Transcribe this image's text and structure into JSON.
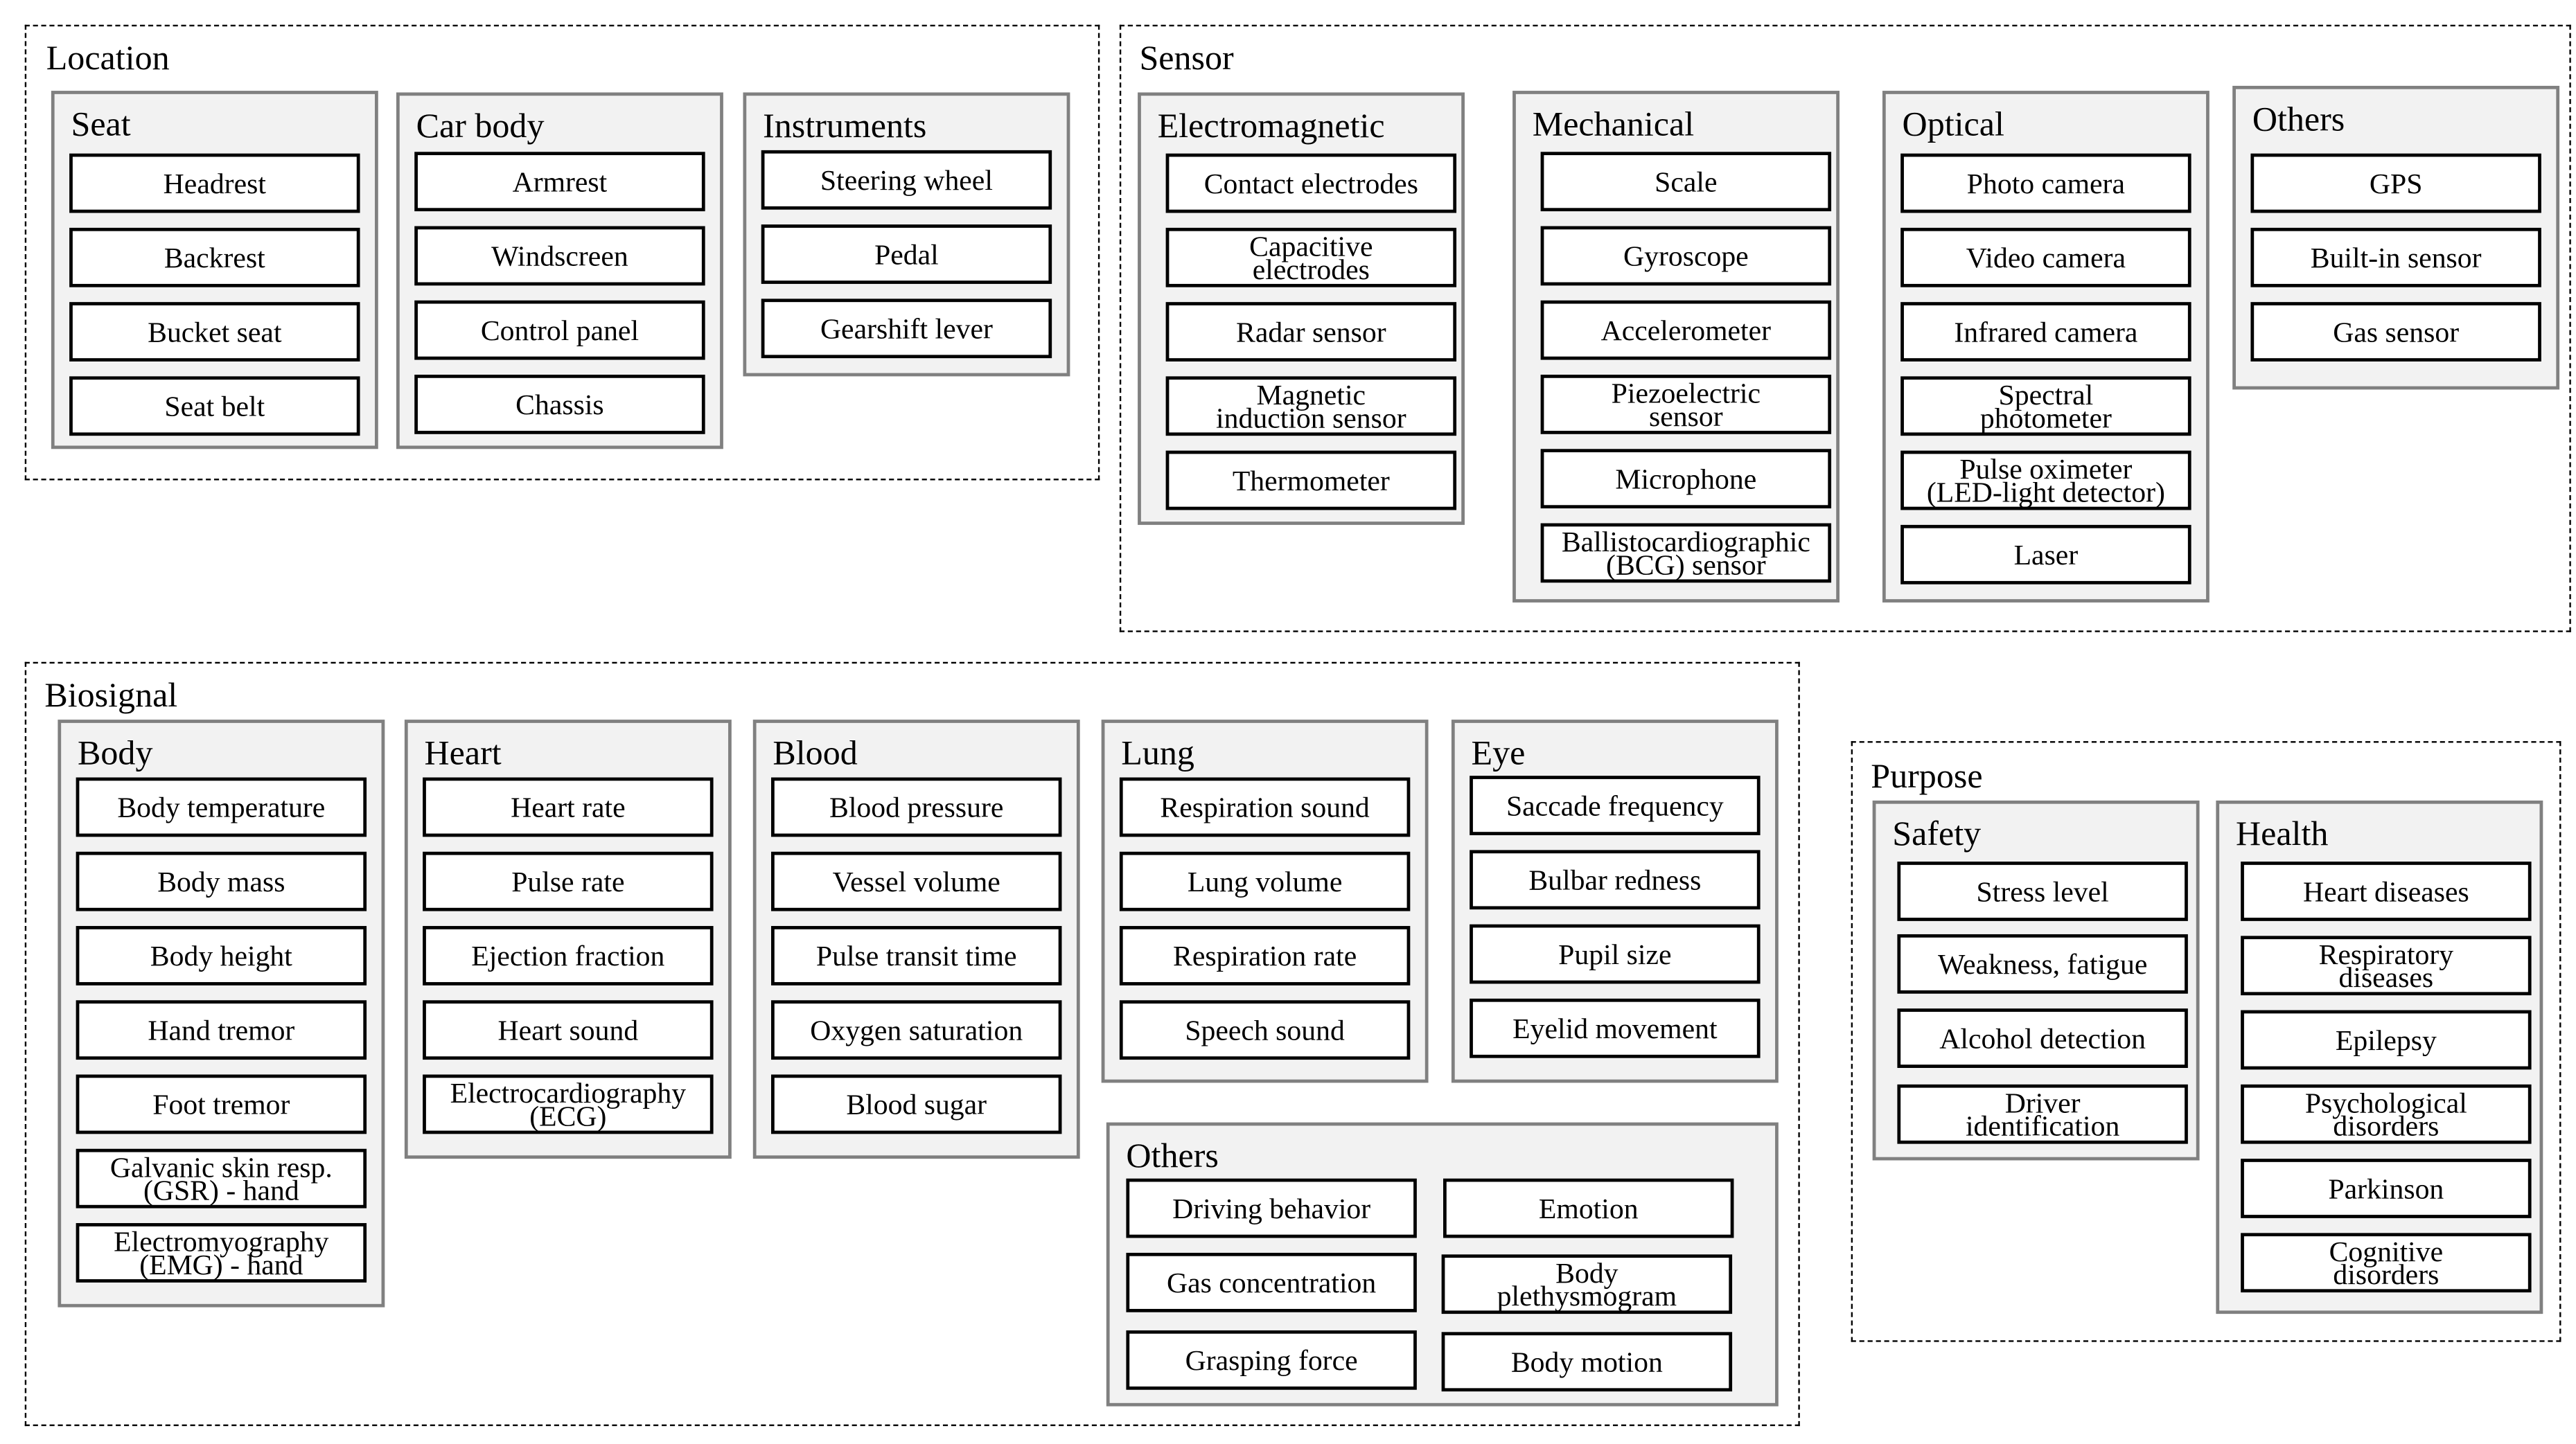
{
  "sections": [
    {
      "title": "Location",
      "groups": [
        {
          "title": "Seat",
          "items": [
            "Headrest",
            "Backrest",
            "Bucket seat",
            "Seat belt"
          ]
        },
        {
          "title": "Car body",
          "items": [
            "Armrest",
            "Windscreen",
            "Control panel",
            "Chassis"
          ]
        },
        {
          "title": "Instruments",
          "items": [
            "Steering wheel",
            "Pedal",
            "Gearshift lever"
          ]
        }
      ]
    },
    {
      "title": "Sensor",
      "groups": [
        {
          "title": "Electromagnetic",
          "items": [
            "Contact electrodes",
            "Capacitive\nelectrodes",
            "Radar sensor",
            "Magnetic\ninduction sensor",
            "Thermometer"
          ]
        },
        {
          "title": "Mechanical",
          "items": [
            "Scale",
            "Gyroscope",
            "Accelerometer",
            "Piezoelectric\nsensor",
            "Microphone",
            "Ballistocardiographic\n(BCG) sensor"
          ]
        },
        {
          "title": "Optical",
          "items": [
            "Photo camera",
            "Video camera",
            "Infrared camera",
            "Spectral\nphotometer",
            "Pulse oximeter\n(LED-light detector)",
            "Laser"
          ]
        },
        {
          "title": "Others",
          "items": [
            "GPS",
            "Built-in sensor",
            "Gas sensor"
          ]
        }
      ]
    },
    {
      "title": "Biosignal",
      "groups": [
        {
          "title": "Body",
          "items": [
            "Body temperature",
            "Body mass",
            "Body height",
            "Hand tremor",
            "Foot tremor",
            "Galvanic skin resp.\n(GSR) - hand",
            "Electromyography\n(EMG) - hand"
          ]
        },
        {
          "title": "Heart",
          "items": [
            "Heart rate",
            "Pulse rate",
            "Ejection fraction",
            "Heart sound",
            "Electrocardiography\n(ECG)"
          ]
        },
        {
          "title": "Blood",
          "items": [
            "Blood pressure",
            "Vessel volume",
            "Pulse transit time",
            "Oxygen saturation",
            "Blood sugar"
          ]
        },
        {
          "title": "Lung",
          "items": [
            "Respiration sound",
            "Lung volume",
            "Respiration rate",
            "Speech sound"
          ]
        },
        {
          "title": "Eye",
          "items": [
            "Saccade frequency",
            "Bulbar redness",
            "Pupil size",
            "Eyelid movement"
          ]
        },
        {
          "title": "Others",
          "items": [
            "Driving behavior",
            "Gas concentration",
            "Grasping force",
            "Emotion",
            "Body\nplethysmogram",
            "Body motion"
          ]
        }
      ]
    },
    {
      "title": "Purpose",
      "groups": [
        {
          "title": "Safety",
          "items": [
            "Stress level",
            "Weakness, fatigue",
            "Alcohol detection",
            "Driver\nidentification"
          ]
        },
        {
          "title": "Health",
          "items": [
            "Heart diseases",
            "Respiratory\ndiseases",
            "Epilepsy",
            "Psychological\ndisorders",
            "Parkinson",
            "Cognitive\ndisorders"
          ]
        }
      ]
    }
  ]
}
